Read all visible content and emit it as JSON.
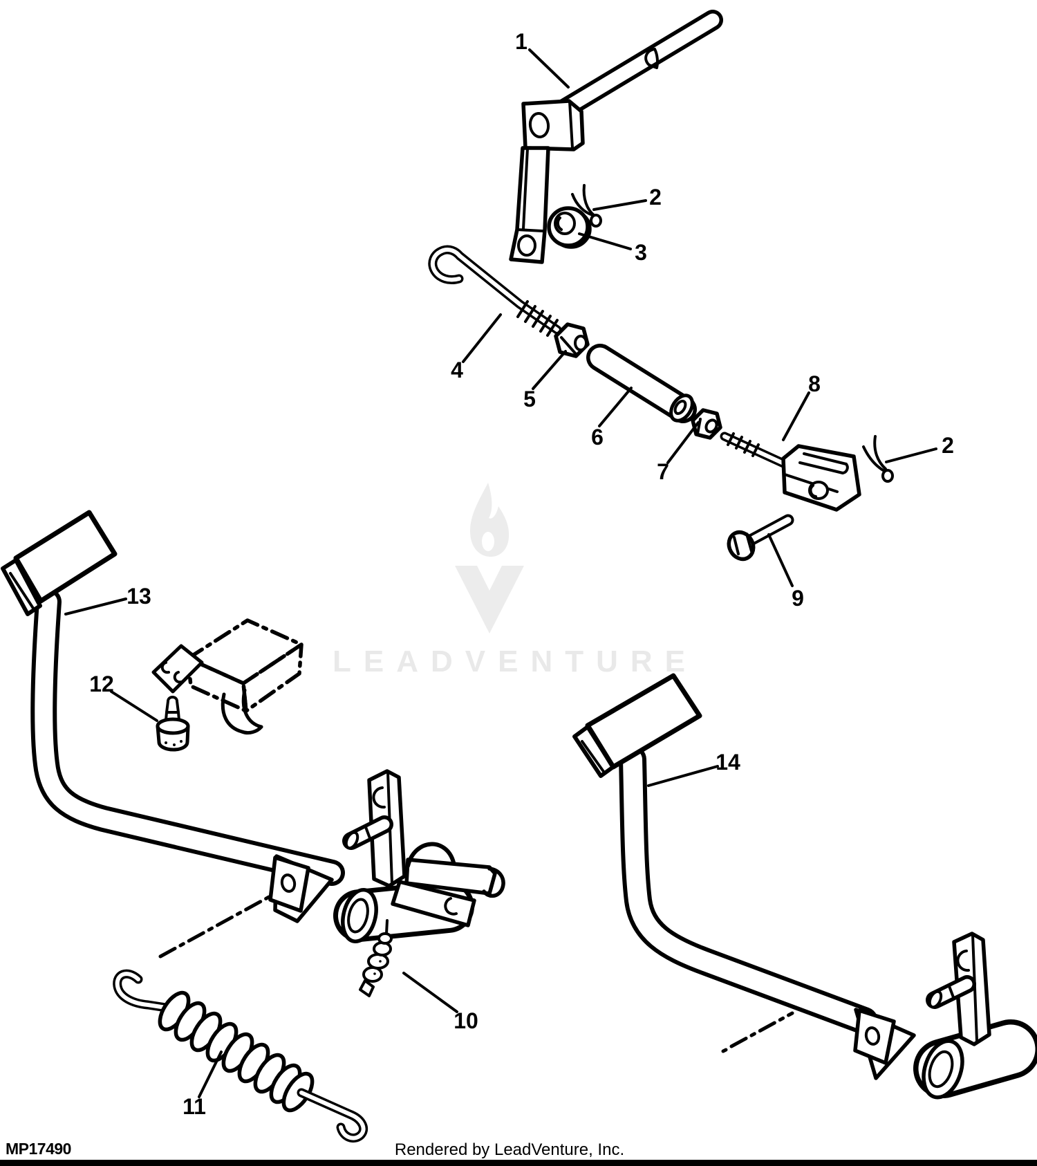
{
  "diagram": {
    "title": "pedal assembly exploded parts diagram",
    "callouts": [
      {
        "part": "1",
        "label": "1"
      },
      {
        "part": "2",
        "label": "2"
      },
      {
        "part": "3",
        "label": "3"
      },
      {
        "part": "4",
        "label": "4"
      },
      {
        "part": "5",
        "label": "5"
      },
      {
        "part": "6",
        "label": "6"
      },
      {
        "part": "7",
        "label": "7"
      },
      {
        "part": "8",
        "label": "8"
      },
      {
        "part": "2",
        "label": "2"
      },
      {
        "part": "9",
        "label": "9"
      },
      {
        "part": "10",
        "label": "10"
      },
      {
        "part": "11",
        "label": "11"
      },
      {
        "part": "12",
        "label": "12"
      },
      {
        "part": "13",
        "label": "13"
      },
      {
        "part": "14",
        "label": "14"
      }
    ]
  },
  "watermark": {
    "logo": "leadventure-flame-v-logo",
    "text": "LEADVENTURE"
  },
  "footer": {
    "document_number": "MP17490",
    "credit": "Rendered by LeadVenture, Inc."
  },
  "colors": {
    "line": "#000000",
    "background": "#ffffff",
    "watermark": "#ececec"
  }
}
